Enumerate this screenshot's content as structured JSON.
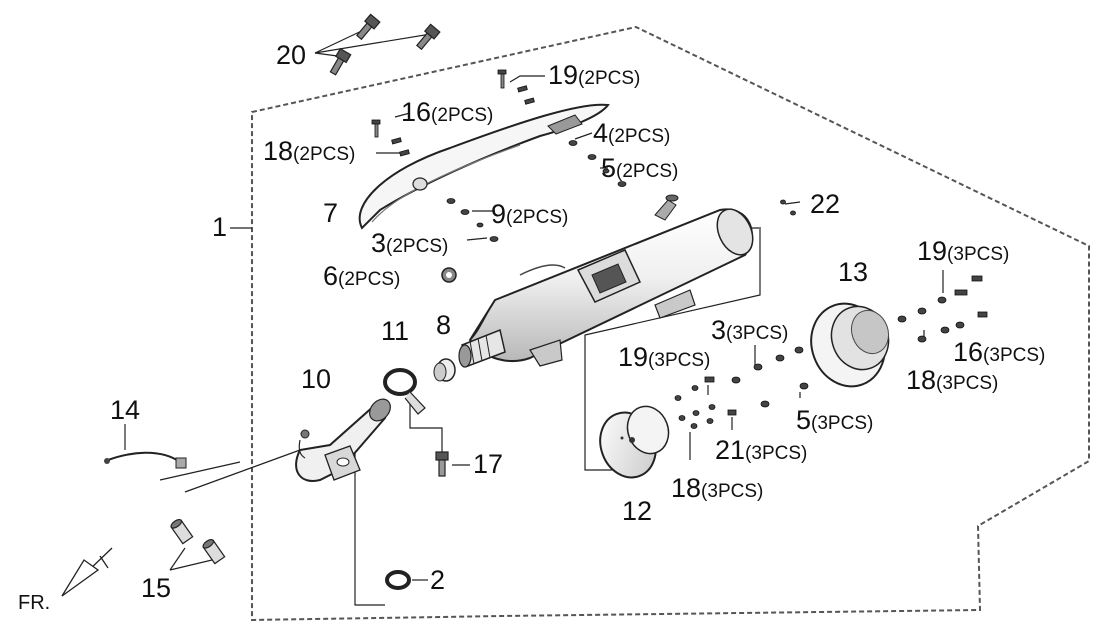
{
  "diagram": {
    "orientation_label": "FR.",
    "callouts": [
      {
        "num": "1",
        "qty": ""
      },
      {
        "num": "2",
        "qty": ""
      },
      {
        "num": "3",
        "qty": "(2PCS)"
      },
      {
        "num": "3",
        "qty": "(3PCS)"
      },
      {
        "num": "4",
        "qty": "(2PCS)"
      },
      {
        "num": "5",
        "qty": "(2PCS)"
      },
      {
        "num": "5",
        "qty": "(3PCS)"
      },
      {
        "num": "6",
        "qty": "(2PCS)"
      },
      {
        "num": "7",
        "qty": ""
      },
      {
        "num": "8",
        "qty": ""
      },
      {
        "num": "9",
        "qty": "(2PCS)"
      },
      {
        "num": "10",
        "qty": ""
      },
      {
        "num": "11",
        "qty": ""
      },
      {
        "num": "12",
        "qty": ""
      },
      {
        "num": "13",
        "qty": ""
      },
      {
        "num": "14",
        "qty": ""
      },
      {
        "num": "15",
        "qty": ""
      },
      {
        "num": "16",
        "qty": "(2PCS)"
      },
      {
        "num": "16",
        "qty": "(3PCS)"
      },
      {
        "num": "17",
        "qty": ""
      },
      {
        "num": "18",
        "qty": "(2PCS)"
      },
      {
        "num": "18",
        "qty": "(3PCS)"
      },
      {
        "num": "18",
        "qty": "(3PCS)"
      },
      {
        "num": "19",
        "qty": "(2PCS)"
      },
      {
        "num": "19",
        "qty": "(3PCS)"
      },
      {
        "num": "19",
        "qty": "(3PCS)"
      },
      {
        "num": "20",
        "qty": ""
      },
      {
        "num": "21",
        "qty": "(3PCS)"
      },
      {
        "num": "22",
        "qty": ""
      }
    ],
    "colors": {
      "line": "#222222",
      "fill": "#f2f2f2",
      "shade": "#bdbdbd",
      "dark": "#444444"
    }
  }
}
